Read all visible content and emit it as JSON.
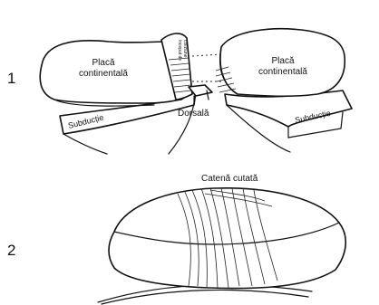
{
  "panel_1": {
    "number": "1",
    "left_plate_label": [
      "Placă",
      "continentală"
    ],
    "right_plate_label": [
      "Placă",
      "continentală"
    ],
    "sediment_label": [
      "inceput de",
      "coliziune"
    ],
    "ridge_label": "Dorsală",
    "subduction_left_label": "Subducție",
    "subduction_right_label": "Subducție"
  },
  "panel_2": {
    "number": "2",
    "fold_chain_label": "Catenă cutată"
  }
}
